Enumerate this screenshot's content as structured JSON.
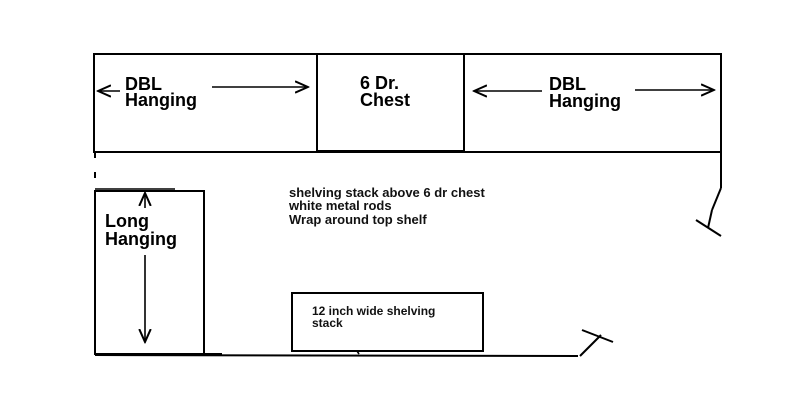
{
  "colors": {
    "stroke": "#000000",
    "background": "#ffffff"
  },
  "labels": {
    "dbl_left": [
      "DBL",
      "Hanging"
    ],
    "chest": [
      "6 Dr.",
      "Chest"
    ],
    "dbl_right": [
      "DBL",
      "Hanging"
    ],
    "long_hanging": [
      "Long",
      "Hanging"
    ],
    "notes": [
      "shelving stack above 6 dr chest",
      "white metal rods",
      "Wrap around top shelf"
    ],
    "shelving_stack": [
      "12 inch wide shelving",
      "stack"
    ]
  }
}
